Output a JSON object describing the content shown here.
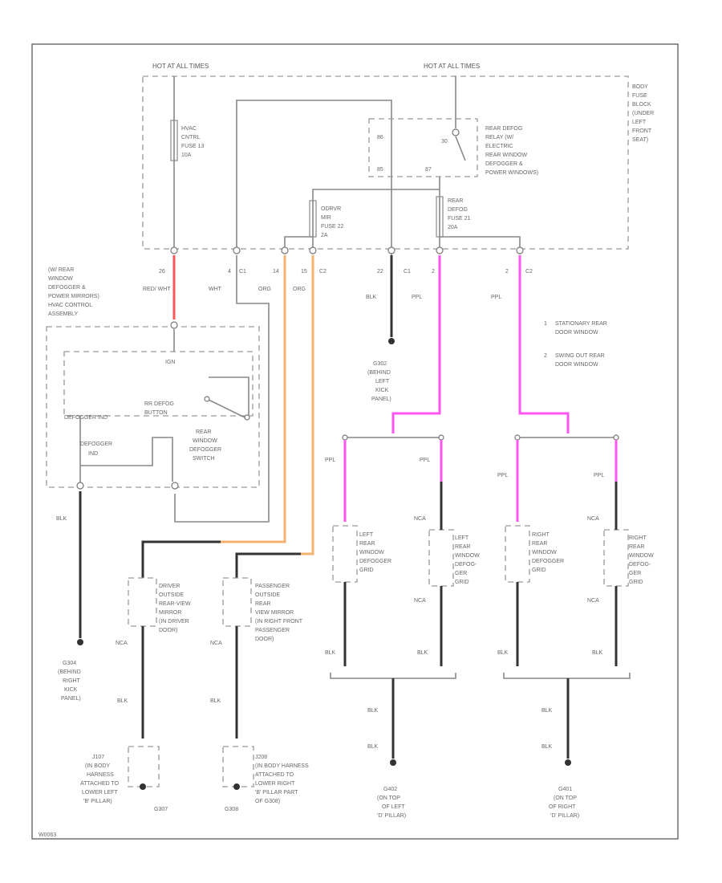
{
  "labels": {
    "hot_at_all_times_left": "HOT AT ALL TIMES",
    "hot_at_all_times_right": "HOT AT ALL TIMES",
    "body_fuse_block": "BODY FUSE BLOCK (UNDER LEFT FRONT SEAT)",
    "hvac_fuse": "HVAC CNTRL FUSE 13 10A",
    "rear_defog_relay": "REAR DEFOG RELAY (W/ ELECTRIC REAR WINDOW DEFOGGER & POWER WINDOWS)",
    "ordrvr_mir_fuse": "ODRVR MIR FUSE 22 2A",
    "rear_defog_fuse": "REAR DEFOG FUSE 21 20A",
    "hvac_control_assembly": "(W/ REAR WINDOW DEFOGGER & POWER MIRRORS) HVAC CONTROL ASSEMBLY",
    "ign": "IGN",
    "rr_defog_button": "RR DEFOG BUTTON",
    "defogger_ind": "DEFOGGER IND",
    "rear_window_defogger_switch": "REAR WINDOW DEFOGGER SWITCH",
    "legend_1": "STATIONARY REAR DOOR WINDOW",
    "legend_2": "SWING OUT REAR DOOR WINDOW",
    "g302_ground": "G302 (BEHIND LEFT KICK PANEL)",
    "g304_ground": "G304 (BEHIND RIGHT KICK PANEL)",
    "driver_mirror": "DRIVER OUTSIDE REAR-VIEW MIRROR (IN DRIVER DOOR)",
    "passenger_mirror": "PASSENGER OUTSIDE REAR-VIEW MIRROR (IN RIGHT FRONT PASSENGER DOOR)",
    "left_defogger_grid": "LEFT REAR WINDOW DEFOGGER GRID",
    "left_defogger_grid_2": "LEFT REAR WINDOW DEFOGGER GRID",
    "right_defogger_grid": "RIGHT REAR WINDOW DEFOGGER GRID",
    "right_defogger_grid_2": "RIGHT REAR WINDOW DEFOGGER GRID",
    "g307_ground": "J107 (IN BODY HARNESS ATTACHED TO LOWER LEFT 'B' PILLAR)",
    "g308_ground": "J208 (IN BODY HARNESS ATTACHED TO LOWER RIGHT 'B' PILLAR PART OF G308)",
    "g402_ground": "G402 (ON TOP OF LEFT 'D' PILLAR)",
    "g401_ground": "G401 (ON TOP OF RIGHT 'D' PILLAR)",
    "g307": "G307",
    "g308": "G308",
    "footer_code": "W0063"
  },
  "wire_labels": {
    "red_wht": "RED/ WHT",
    "wht": "WHT",
    "org": "ORG",
    "org2": "ORG",
    "ppl": "PPL",
    "ppl2": "PPL",
    "blk": "BLK",
    "nca": "NCA"
  },
  "pins": [
    "26",
    "4",
    "C1",
    "14",
    "15",
    "C2",
    "22",
    "C1",
    "2",
    "2",
    "C2"
  ],
  "colors": {
    "pink_wire": "#ff55ee",
    "orange_wire": "#f5b070",
    "red_wire": "#ff5555",
    "dark_wire": "#333333"
  }
}
